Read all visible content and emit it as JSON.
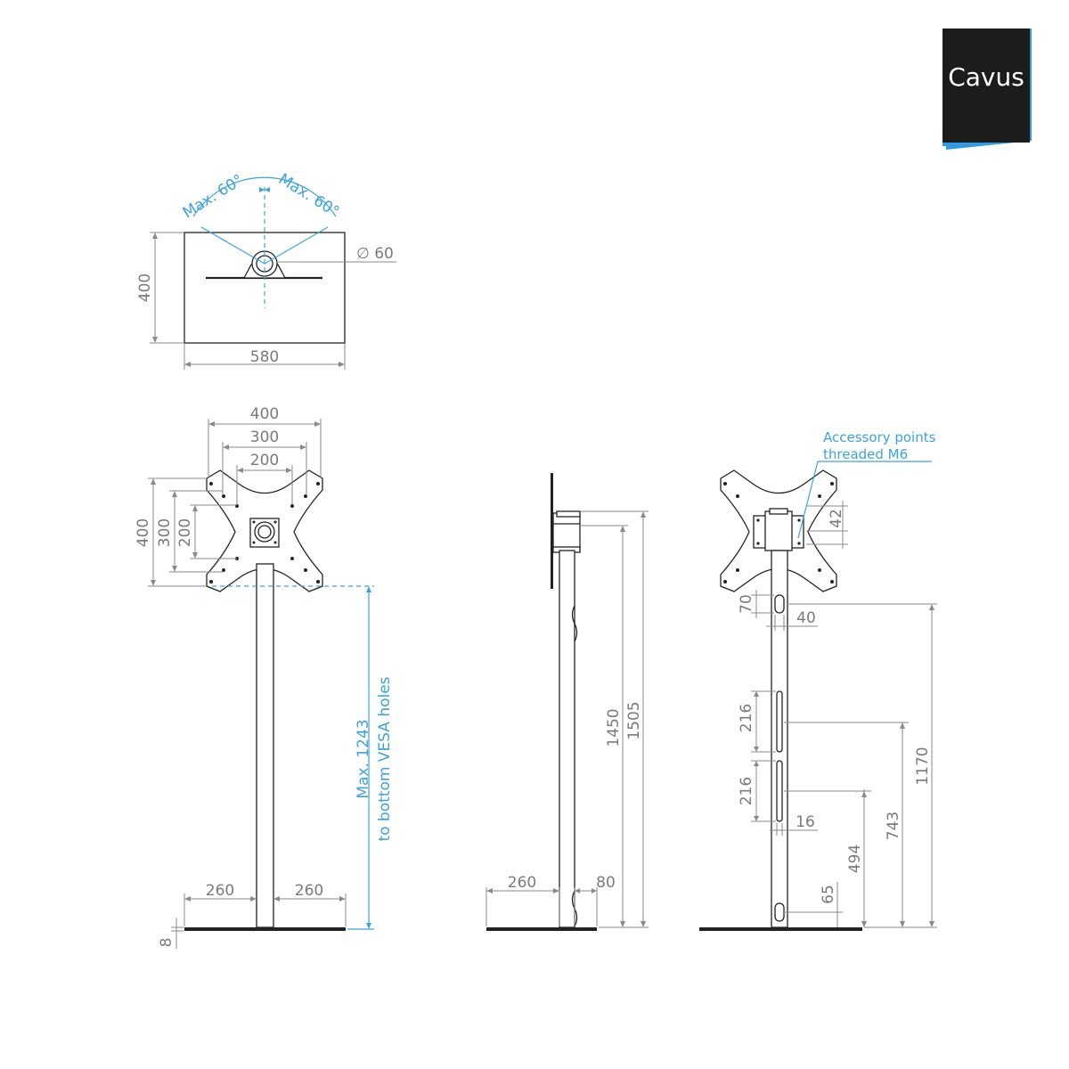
{
  "brand": {
    "name": "Cavus",
    "bg_color": "#1c1c1c",
    "accent_color": "#2f9be0"
  },
  "top_view": {
    "angle_left": "Max. 60°",
    "angle_right": "Max. 60°",
    "diameter": "∅ 60",
    "depth": "400",
    "width": "580"
  },
  "front_view": {
    "vesa_outer": "400",
    "vesa_mid": "300",
    "vesa_inner": "200",
    "vesa_h_outer": "400",
    "vesa_h_mid": "300",
    "vesa_h_inner": "200",
    "max_height_line1": "Max. 1243",
    "max_height_line2": "to bottom VESA holes",
    "base_left": "260",
    "base_right": "260",
    "base_thickness": "8"
  },
  "side_view": {
    "base_depth": "260",
    "column_depth": "80",
    "height_a": "1450",
    "height_b": "1505"
  },
  "back_view": {
    "accessory_line1": "Accessory points",
    "accessory_line2": "threaded M6",
    "bracket_height": "42",
    "hole_height": "70",
    "hole_width": "40",
    "slot_upper": "216",
    "slot_lower": "216",
    "slot_width": "16",
    "bottom_hole": "65",
    "h_494": "494",
    "h_743": "743",
    "h_1170": "1170"
  }
}
